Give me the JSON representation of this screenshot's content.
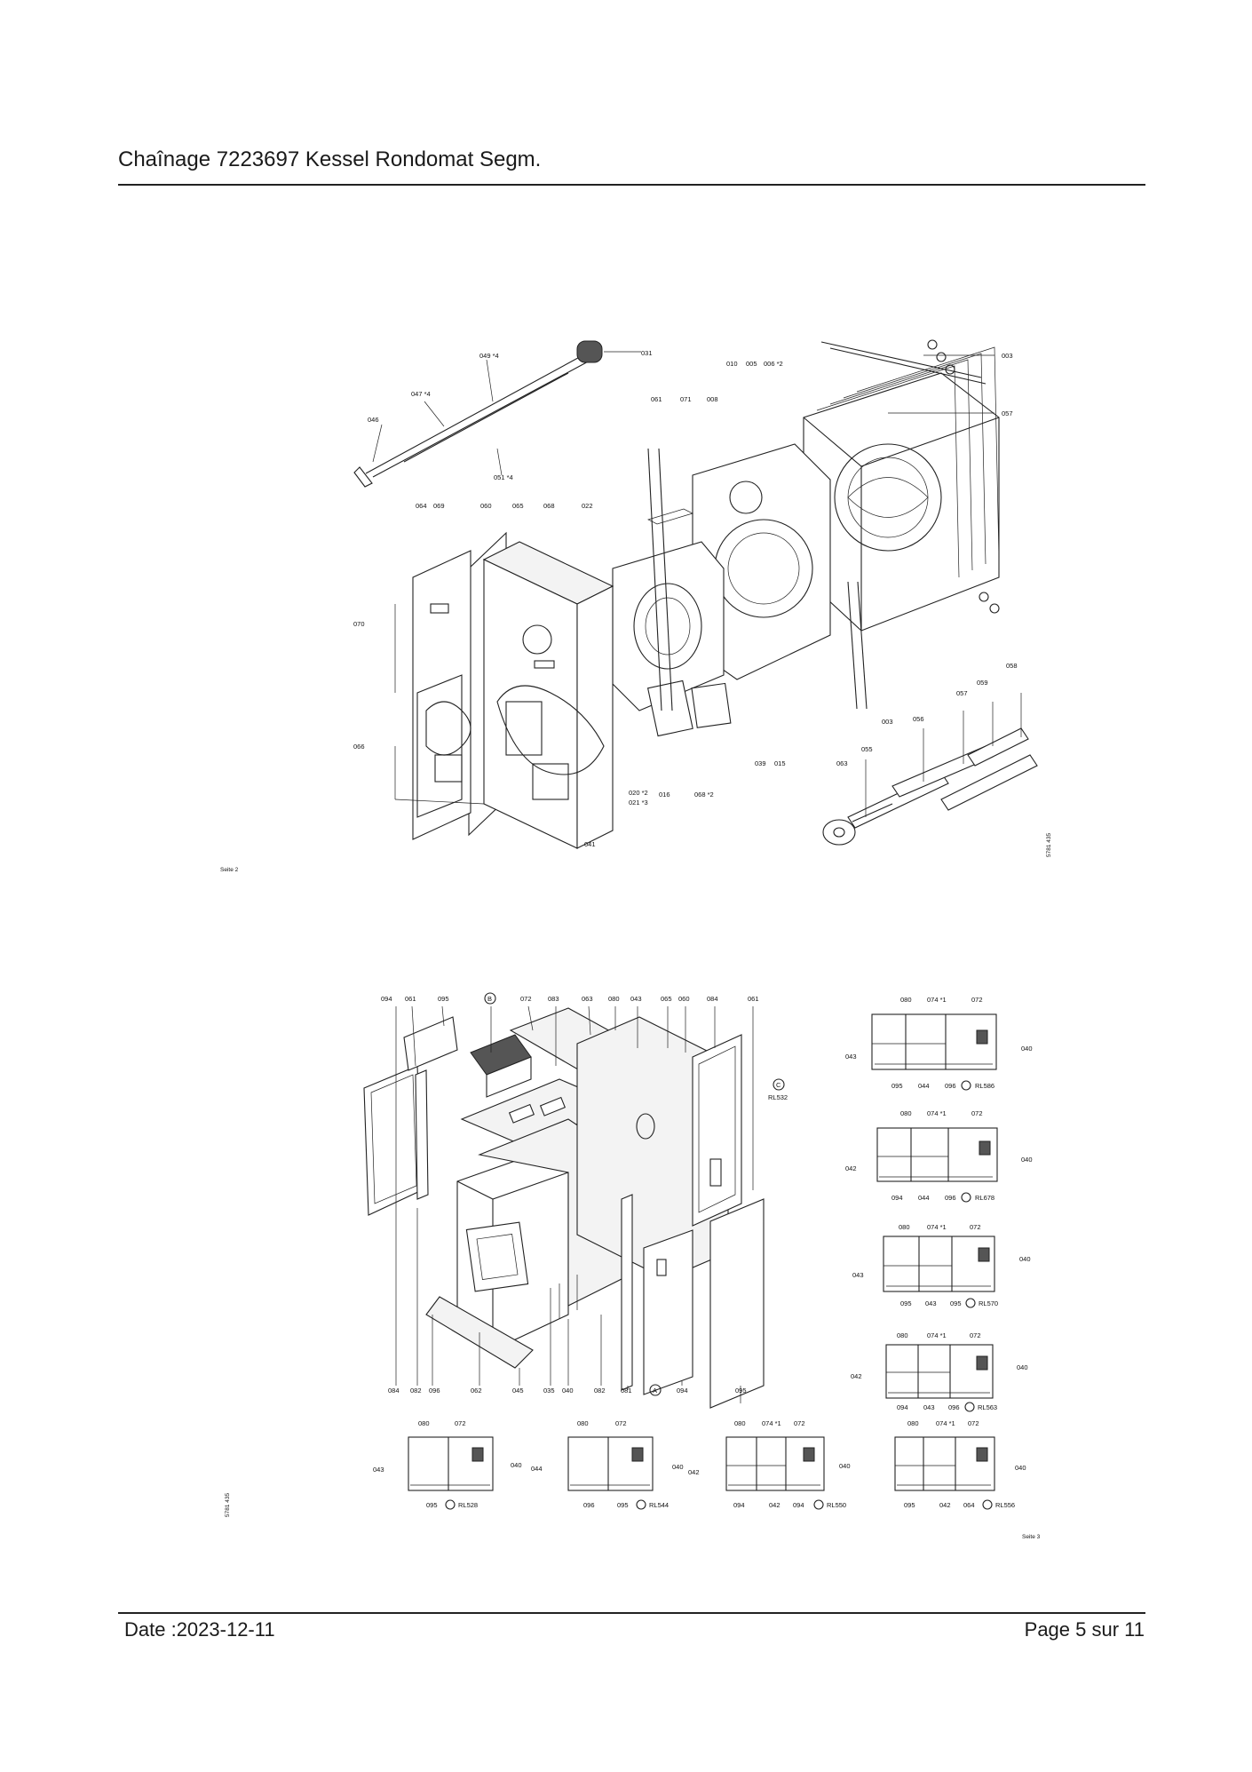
{
  "header": {
    "title": "Chaînage 7223697 Kessel Rondomat Segm."
  },
  "footer": {
    "date": "Date :2023-12-11",
    "page": "Page 5 sur  11"
  },
  "figure_top": {
    "page_label": "Seite 2",
    "drawing_code": "5781 435",
    "part_labels": {
      "p003a": "003",
      "p031": "031",
      "p049": "049 *4",
      "p047": "047 *4",
      "p046": "046",
      "p051": "051 *4",
      "p010": "010",
      "p005": "005",
      "p006": "006 *2",
      "p057": "057",
      "p061": "061",
      "p071": "071",
      "p008": "008",
      "p064": "064",
      "p069": "069",
      "p060": "060",
      "p065": "065",
      "p068": "068",
      "p022": "022",
      "p070": "070",
      "p066": "066",
      "p020": "020 *2",
      "p021": "021 *3",
      "p016": "016",
      "p068b": "068 *2",
      "p039": "039",
      "p015": "015",
      "p063": "063",
      "p003b": "003",
      "p056": "056",
      "p057b": "057",
      "p059": "059",
      "p058": "058",
      "p055": "055",
      "p041": "041"
    }
  },
  "figure_bottom": {
    "page_label": "Seite 3",
    "drawing_code": "5781 435",
    "top_labels": [
      "094",
      "061",
      "095",
      "B",
      "072",
      "083",
      "063",
      "080",
      "043",
      "065",
      "060",
      "084",
      "061"
    ],
    "bottom_labels": [
      "084",
      "082",
      "096",
      "062",
      "045",
      "035",
      "040",
      "082",
      "081",
      "A",
      "094",
      "095"
    ],
    "c_label": "C",
    "c_code": "RL532",
    "variants": [
      {
        "top": [
          "080",
          "074 *1",
          "072"
        ],
        "left": "043",
        "right": "040",
        "bottom": [
          "095",
          "044",
          "096"
        ],
        "code": "RL586"
      },
      {
        "top": [
          "080",
          "074 *1",
          "072"
        ],
        "left": "042",
        "right": "040",
        "bottom": [
          "094",
          "044",
          "096"
        ],
        "code": "RL678"
      },
      {
        "top": [
          "080",
          "074 *1",
          "072"
        ],
        "left": "043",
        "right": "040",
        "bottom": [
          "095",
          "043",
          "095"
        ],
        "code": "RL570"
      },
      {
        "top": [
          "080",
          "074 *1",
          "072"
        ],
        "left": "042",
        "right": "040",
        "bottom": [
          "094",
          "043",
          "096"
        ],
        "code": "RL563"
      },
      {
        "top": [
          "080",
          "072"
        ],
        "left": "043",
        "right": "040",
        "bottom": [
          "095"
        ],
        "code": "RL528"
      },
      {
        "top": [
          "080",
          "072"
        ],
        "left": "044",
        "right": "040",
        "bottom": [
          "096",
          "095"
        ],
        "code": "RL544"
      },
      {
        "top": [
          "080",
          "074 *1",
          "072"
        ],
        "left": "042",
        "right": "040",
        "bottom": [
          "094",
          "042",
          "094"
        ],
        "code": "RL550"
      },
      {
        "top": [
          "080",
          "074 *1",
          "072"
        ],
        "left": "",
        "right": "040",
        "bottom": [
          "095",
          "042",
          "064"
        ],
        "code": "RL556"
      }
    ]
  }
}
